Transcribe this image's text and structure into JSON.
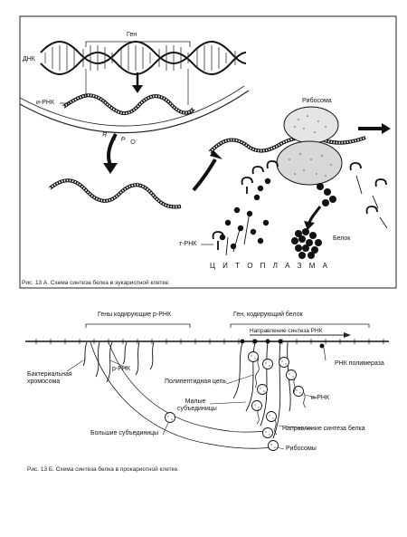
{
  "fig_a": {
    "gene": "Ген",
    "dna": "ДНК",
    "mrna": "и-РНК",
    "nucleus": "Я Д Р О",
    "ribosome": "Рибосома",
    "trna": "т-РНК",
    "protein": "Белок",
    "cytoplasm": "Ц И Т О П Л А З М А",
    "caption": "Рис. 13 А. Схема синтеза белка в эукариотной клетке."
  },
  "fig_b": {
    "genes_left": "Гены кодирующие р-РНК",
    "genes_right": "Ген, кодирующий белок",
    "transcription_direction": "Направление синтеза РНК",
    "bacterial_chromosome": "Бактериальная хромосома",
    "rrna": "р-РНК",
    "polypeptide": "Полипептидная цепь",
    "rna_polymerase": "РНК полимераза",
    "small_subunit": "Малые субъединицы",
    "mrna": "и-РНК",
    "large_subunit": "Большие субъединицы",
    "translation_direction": "Направление синтеза белка",
    "ribosomes": "Рибосомы",
    "caption": "Рис. 13 Б. Схема синтеза белка в прокариотной клетке."
  }
}
